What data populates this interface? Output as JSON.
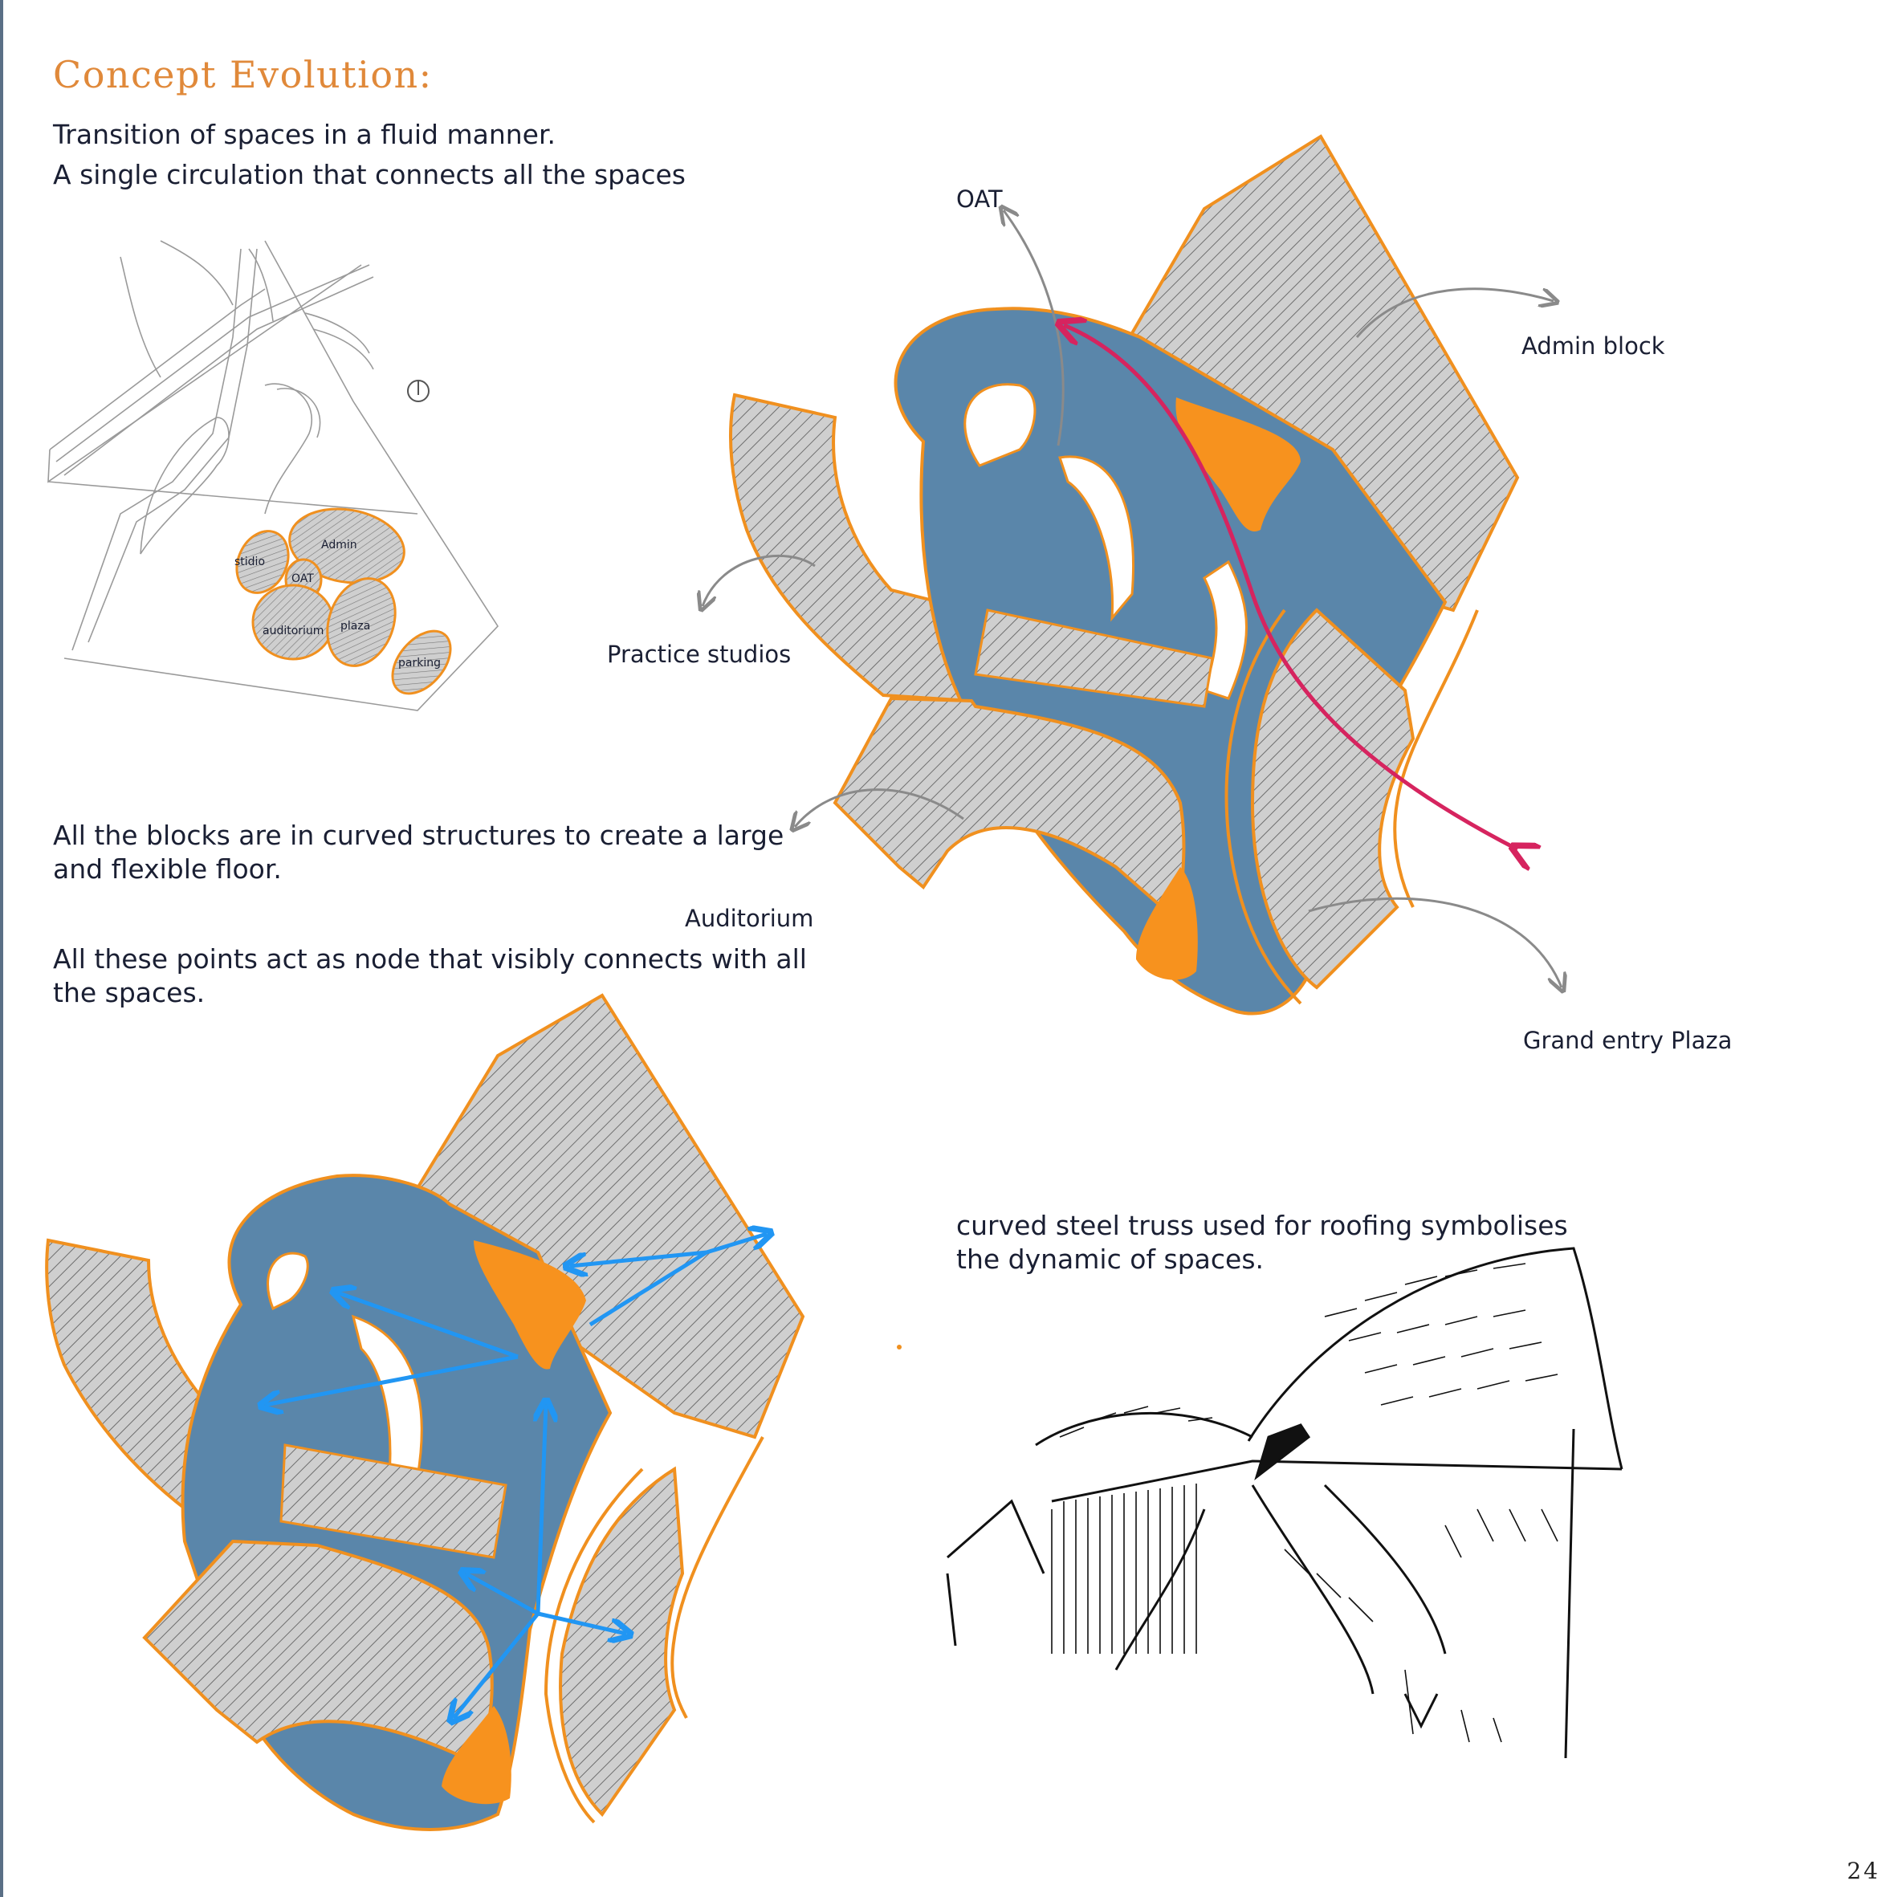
{
  "title": "Concept Evolution:",
  "intro": {
    "line1": "Transition of spaces in a fluid manner.",
    "line2": "A single circulation that connects all the spaces"
  },
  "site_plan": {
    "labels": {
      "studio": "stidio",
      "admin": "Admin",
      "oat": "OAT",
      "auditorium": "auditorium",
      "plaza": "plaza",
      "parking": "parking"
    }
  },
  "main_diagram": {
    "labels": {
      "oat": "OAT",
      "admin": "Admin block",
      "practice": "Practice studios",
      "auditorium": "Auditorium",
      "plaza": "Grand entry Plaza"
    }
  },
  "notes": {
    "curved1": "All the blocks are in curved structures  to create a large",
    "curved2": "and flexible floor.",
    "nodes1": "All these points act as node that visibly connects with all",
    "nodes2": "the spaces."
  },
  "truss": {
    "line1": "curved steel truss used for roofing symbolises",
    "line2": "the dynamic of spaces."
  },
  "page_number": "24",
  "colors": {
    "title": "#e0893a",
    "outline": "#f0901f",
    "circulation": "#5a86aa",
    "block": "#cfcfcf",
    "node": "#f7921e",
    "flow_arrow": "#d6245f",
    "node_arrow": "#2196f3"
  },
  "icons": [
    "north-arrow-icon",
    "flow-arrow-icon",
    "node-connection-arrow-icon"
  ]
}
